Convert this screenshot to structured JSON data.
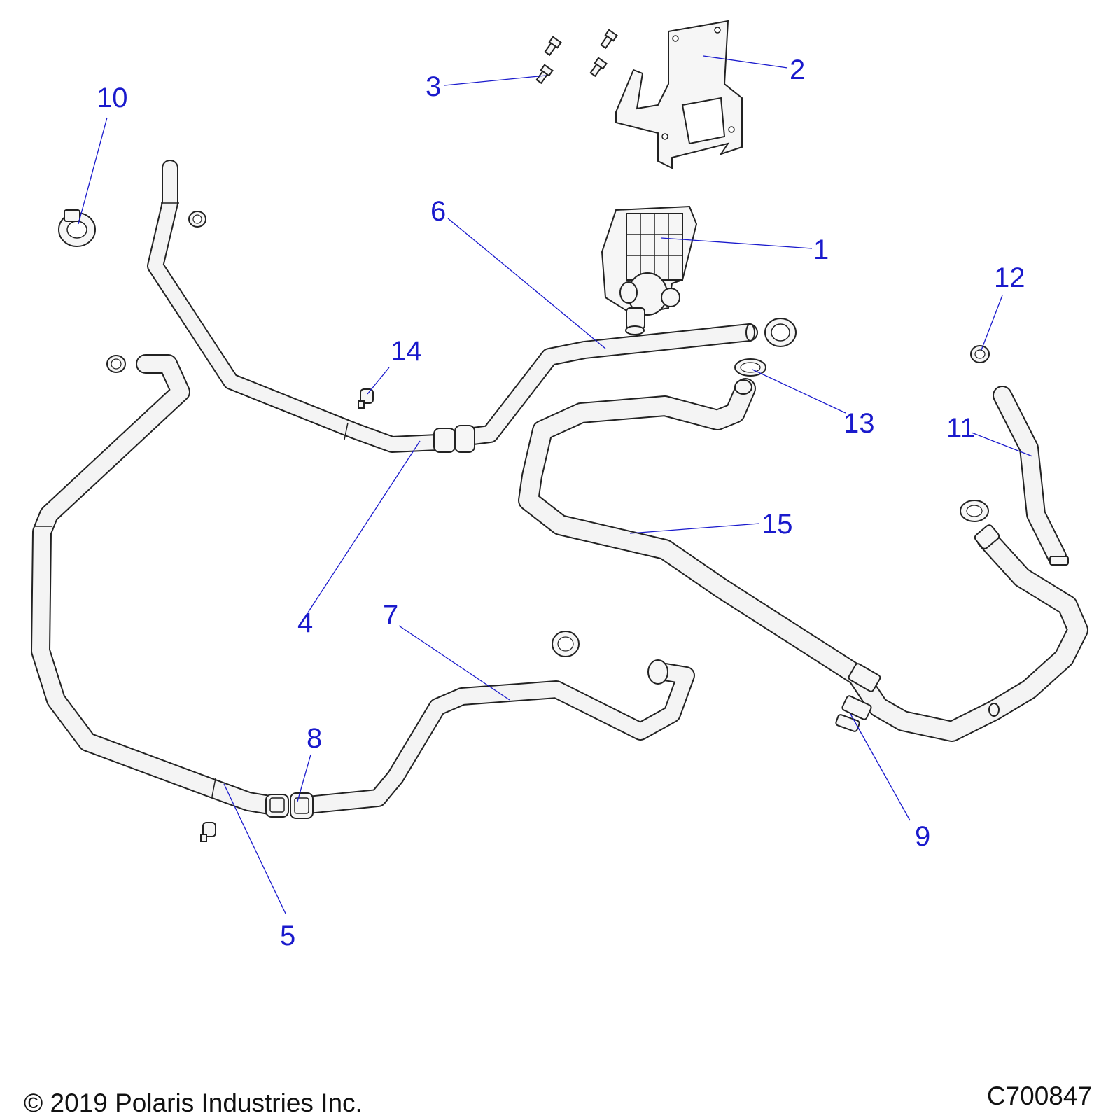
{
  "callouts": {
    "c1": "1",
    "c2": "2",
    "c3": "3",
    "c4": "4",
    "c5": "5",
    "c6": "6",
    "c7": "7",
    "c8": "8",
    "c9": "9",
    "c10": "10",
    "c11": "11",
    "c12": "12",
    "c13": "13",
    "c14": "14",
    "c15": "15"
  },
  "footer": {
    "copyright": "© 2019 Polaris Industries Inc.",
    "figure_id": "C700847"
  },
  "colors": {
    "callout": "#1a1acc",
    "outline": "#222222",
    "hose": "#f4f4f4"
  }
}
